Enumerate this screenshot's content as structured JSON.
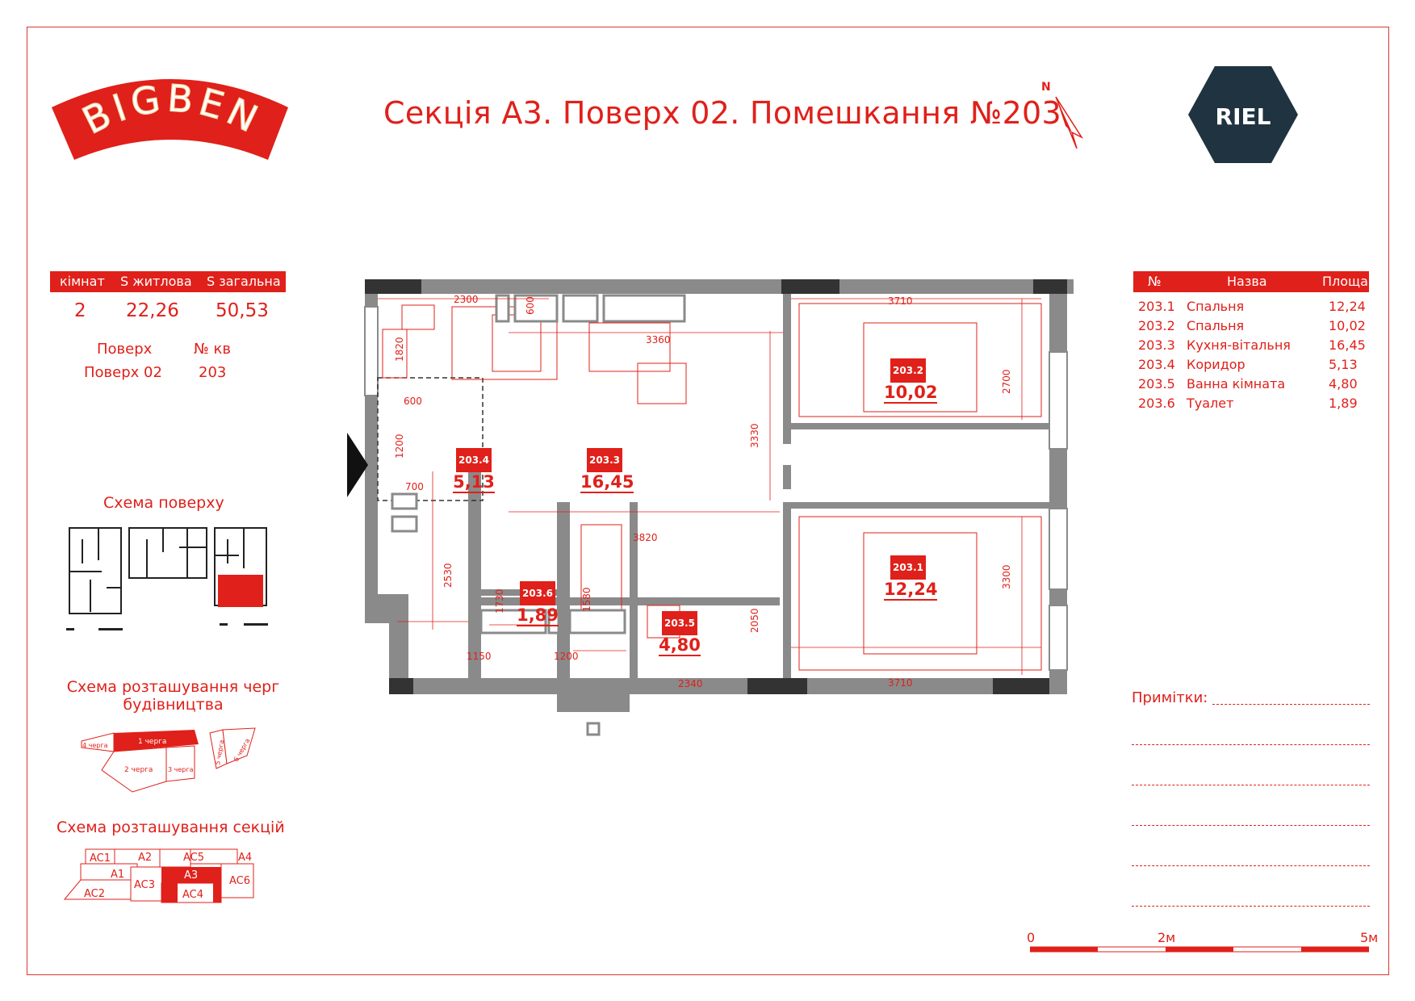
{
  "brand": {
    "logo_text": "BIGBEN",
    "developer_logo": "RIEL"
  },
  "header": {
    "title": "Секція А3. Поверх 02. Помешкання №203",
    "compass": "N"
  },
  "summary": {
    "col_rooms": "кімнат",
    "col_living": "S житлова",
    "col_total": "S загальна",
    "rooms": "2",
    "living": "22,26",
    "total": "50,53",
    "floor_label": "Поверх",
    "apt_label": "№ кв",
    "floor_value": "Поверх 02",
    "apt_value": "203"
  },
  "schemes": {
    "floor": "Схема поверху",
    "stages_line1": "Схема розташування черг",
    "stages_line2": "будівництва",
    "sections": "Схема розташування секцій",
    "stage_labels": [
      "1 черга",
      "4 черга",
      "2 черга",
      "3 черга",
      "5 черга",
      "6 черга"
    ],
    "section_labels": [
      "AC1",
      "A2",
      "AC5",
      "A4",
      "A1",
      "AC3",
      "A3",
      "AC6",
      "AC2",
      "AC4"
    ]
  },
  "rooms_table": {
    "col_no": "№",
    "col_name": "Назва",
    "col_area": "Площа",
    "rows": [
      {
        "no": "203.1",
        "name": "Спальня",
        "area": "12,24"
      },
      {
        "no": "203.2",
        "name": "Спальня",
        "area": "10,02"
      },
      {
        "no": "203.3",
        "name": "Кухня-вітальня",
        "area": "16,45"
      },
      {
        "no": "203.4",
        "name": "Коридор",
        "area": "5,13"
      },
      {
        "no": "203.5",
        "name": "Ванна кімната",
        "area": "4,80"
      },
      {
        "no": "203.6",
        "name": "Туалет",
        "area": "1,89"
      }
    ]
  },
  "notes": {
    "label": "Примітки:"
  },
  "scale": {
    "start": "0",
    "mid": "2м",
    "end": "5м"
  },
  "plan": {
    "room_tags": [
      {
        "id": "203.2",
        "area": "10,02"
      },
      {
        "id": "203.4",
        "area": "5,13"
      },
      {
        "id": "203.3",
        "area": "16,45"
      },
      {
        "id": "203.1",
        "area": "12,24"
      },
      {
        "id": "203.6",
        "area": "1,89"
      },
      {
        "id": "203.5",
        "area": "4,80"
      }
    ],
    "dims": [
      "2300",
      "600",
      "3360",
      "1820",
      "600",
      "3710",
      "2700",
      "1200",
      "700",
      "3330",
      "3820",
      "2530",
      "1730",
      "1580",
      "1150",
      "1200",
      "2050",
      "2340",
      "3710",
      "3300"
    ]
  },
  "colors": {
    "accent": "#e0201a",
    "wall": "#8a8a8a",
    "riel_bg": "#1f3340"
  }
}
